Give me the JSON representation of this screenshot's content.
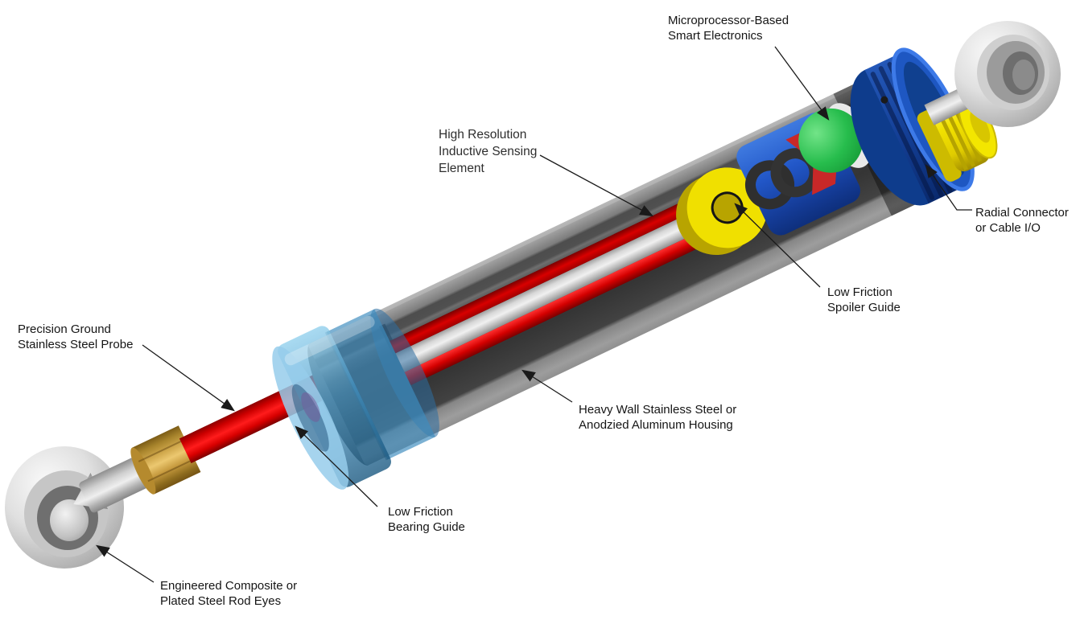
{
  "labels": {
    "smart_electronics": {
      "line1": "Microprocessor-Based",
      "line2": "Smart Electronics"
    },
    "sensing_element": {
      "line1": "High Resolution",
      "line2": "Inductive Sensing",
      "line3": "Element"
    },
    "radial_connector": {
      "line1": "Radial Connector",
      "line2": "or Cable I/O"
    },
    "spoiler_guide": {
      "line1": "Low Friction",
      "line2": "Spoiler Guide"
    },
    "housing": {
      "line1": "Heavy Wall Stainless Steel or",
      "line2": "Anodzied Aluminum Housing"
    },
    "probe": {
      "line1": "Precision Ground",
      "line2": "Stainless Steel Probe"
    },
    "bearing_guide": {
      "line1": "Low Friction",
      "line2": "Bearing Guide"
    },
    "rod_eyes": {
      "line1": "Engineered Composite or",
      "line2": "Plated Steel Rod Eyes"
    }
  },
  "colors": {
    "background": "#ffffff",
    "leader_line": "#1a1a1a",
    "probe_red": "#e01212",
    "housing_gray": "#6e6e6e",
    "bearing_guide_blue": "#4a9cc8",
    "spoiler_guide_yellow": "#f0e000",
    "electronics_green": "#2fc050",
    "electronics_module_blue": "#2257c8",
    "end_cap_blue": "#16439c",
    "connector_yellow": "#f2e300",
    "rod_eye_silver": "#c8c8c8",
    "lock_nut_brass": "#c9993c"
  }
}
